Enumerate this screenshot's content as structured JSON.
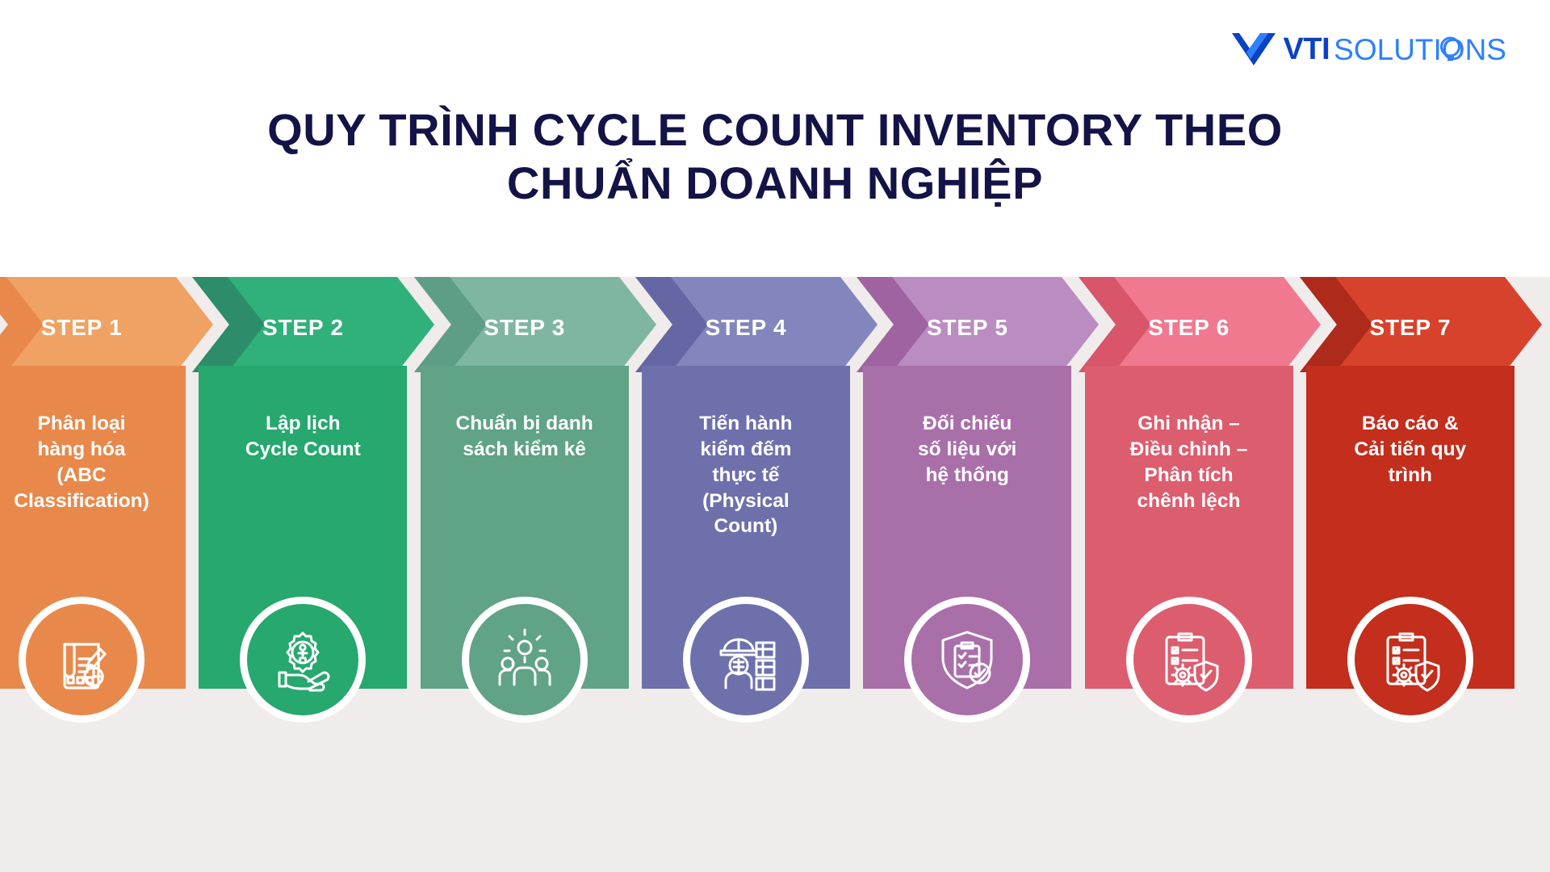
{
  "brand": {
    "logo_mark": "vti-triangle-mark",
    "name_primary": "VTI",
    "name_secondary": "SOLUTIONS",
    "primary_color": "#0B42C4",
    "secondary_color": "#2F80FF"
  },
  "title": {
    "line1": "QUY TRÌNH CYCLE COUNT INVENTORY THEO",
    "line2": "CHUẨN DOANH NGHIỆP",
    "color": "#141347"
  },
  "stage": {
    "background": "#F0ECEB"
  },
  "steps": [
    {
      "label": "STEP 1",
      "text": "Phân loại\nhàng hóa\n(ABC\nClassification)",
      "header_color": "#EFA264",
      "body_color": "#E8894B",
      "fold_color": "#E8894B",
      "icon": "document-edit-icon"
    },
    {
      "label": "STEP 2",
      "text": "Lập lịch\nCycle Count",
      "header_color": "#2FB179",
      "body_color": "#26A86E",
      "fold_color": "#2D8D6B",
      "icon": "hand-gear-person-icon"
    },
    {
      "label": "STEP 3",
      "text": "Chuẩn bị danh\nsách kiểm kê",
      "header_color": "#7FB6A2",
      "body_color": "#60A387",
      "fold_color": "#5E9E86",
      "icon": "team-people-icon"
    },
    {
      "label": "STEP 4",
      "text": "Tiến hành\nkiểm đếm\nthực tế\n(Physical\nCount)",
      "header_color": "#8386BD",
      "body_color": "#6E70AC",
      "fold_color": "#6467A4",
      "icon": "worker-boxes-icon"
    },
    {
      "label": "STEP 5",
      "text": "Đối chiếu\nsố liệu với\nhệ thống",
      "header_color": "#BB8CC1",
      "body_color": "#A96FA9",
      "fold_color": "#9E63A0",
      "icon": "shield-checklist-icon"
    },
    {
      "label": "STEP 6",
      "text": "Ghi nhận –\nĐiều chỉnh –\nPhân tích\nchênh lệch",
      "header_color": "#F0798F",
      "body_color": "#DC5D6E",
      "fold_color": "#D9556A",
      "icon": "clipboard-gear-shield-icon"
    },
    {
      "label": "STEP 7",
      "text": "Báo cáo &\nCải tiến quy\ntrình",
      "header_color": "#D7422D",
      "body_color": "#C32E1D",
      "fold_color": "#AE2A1A",
      "icon": "clipboard-gear-check-icon"
    }
  ]
}
